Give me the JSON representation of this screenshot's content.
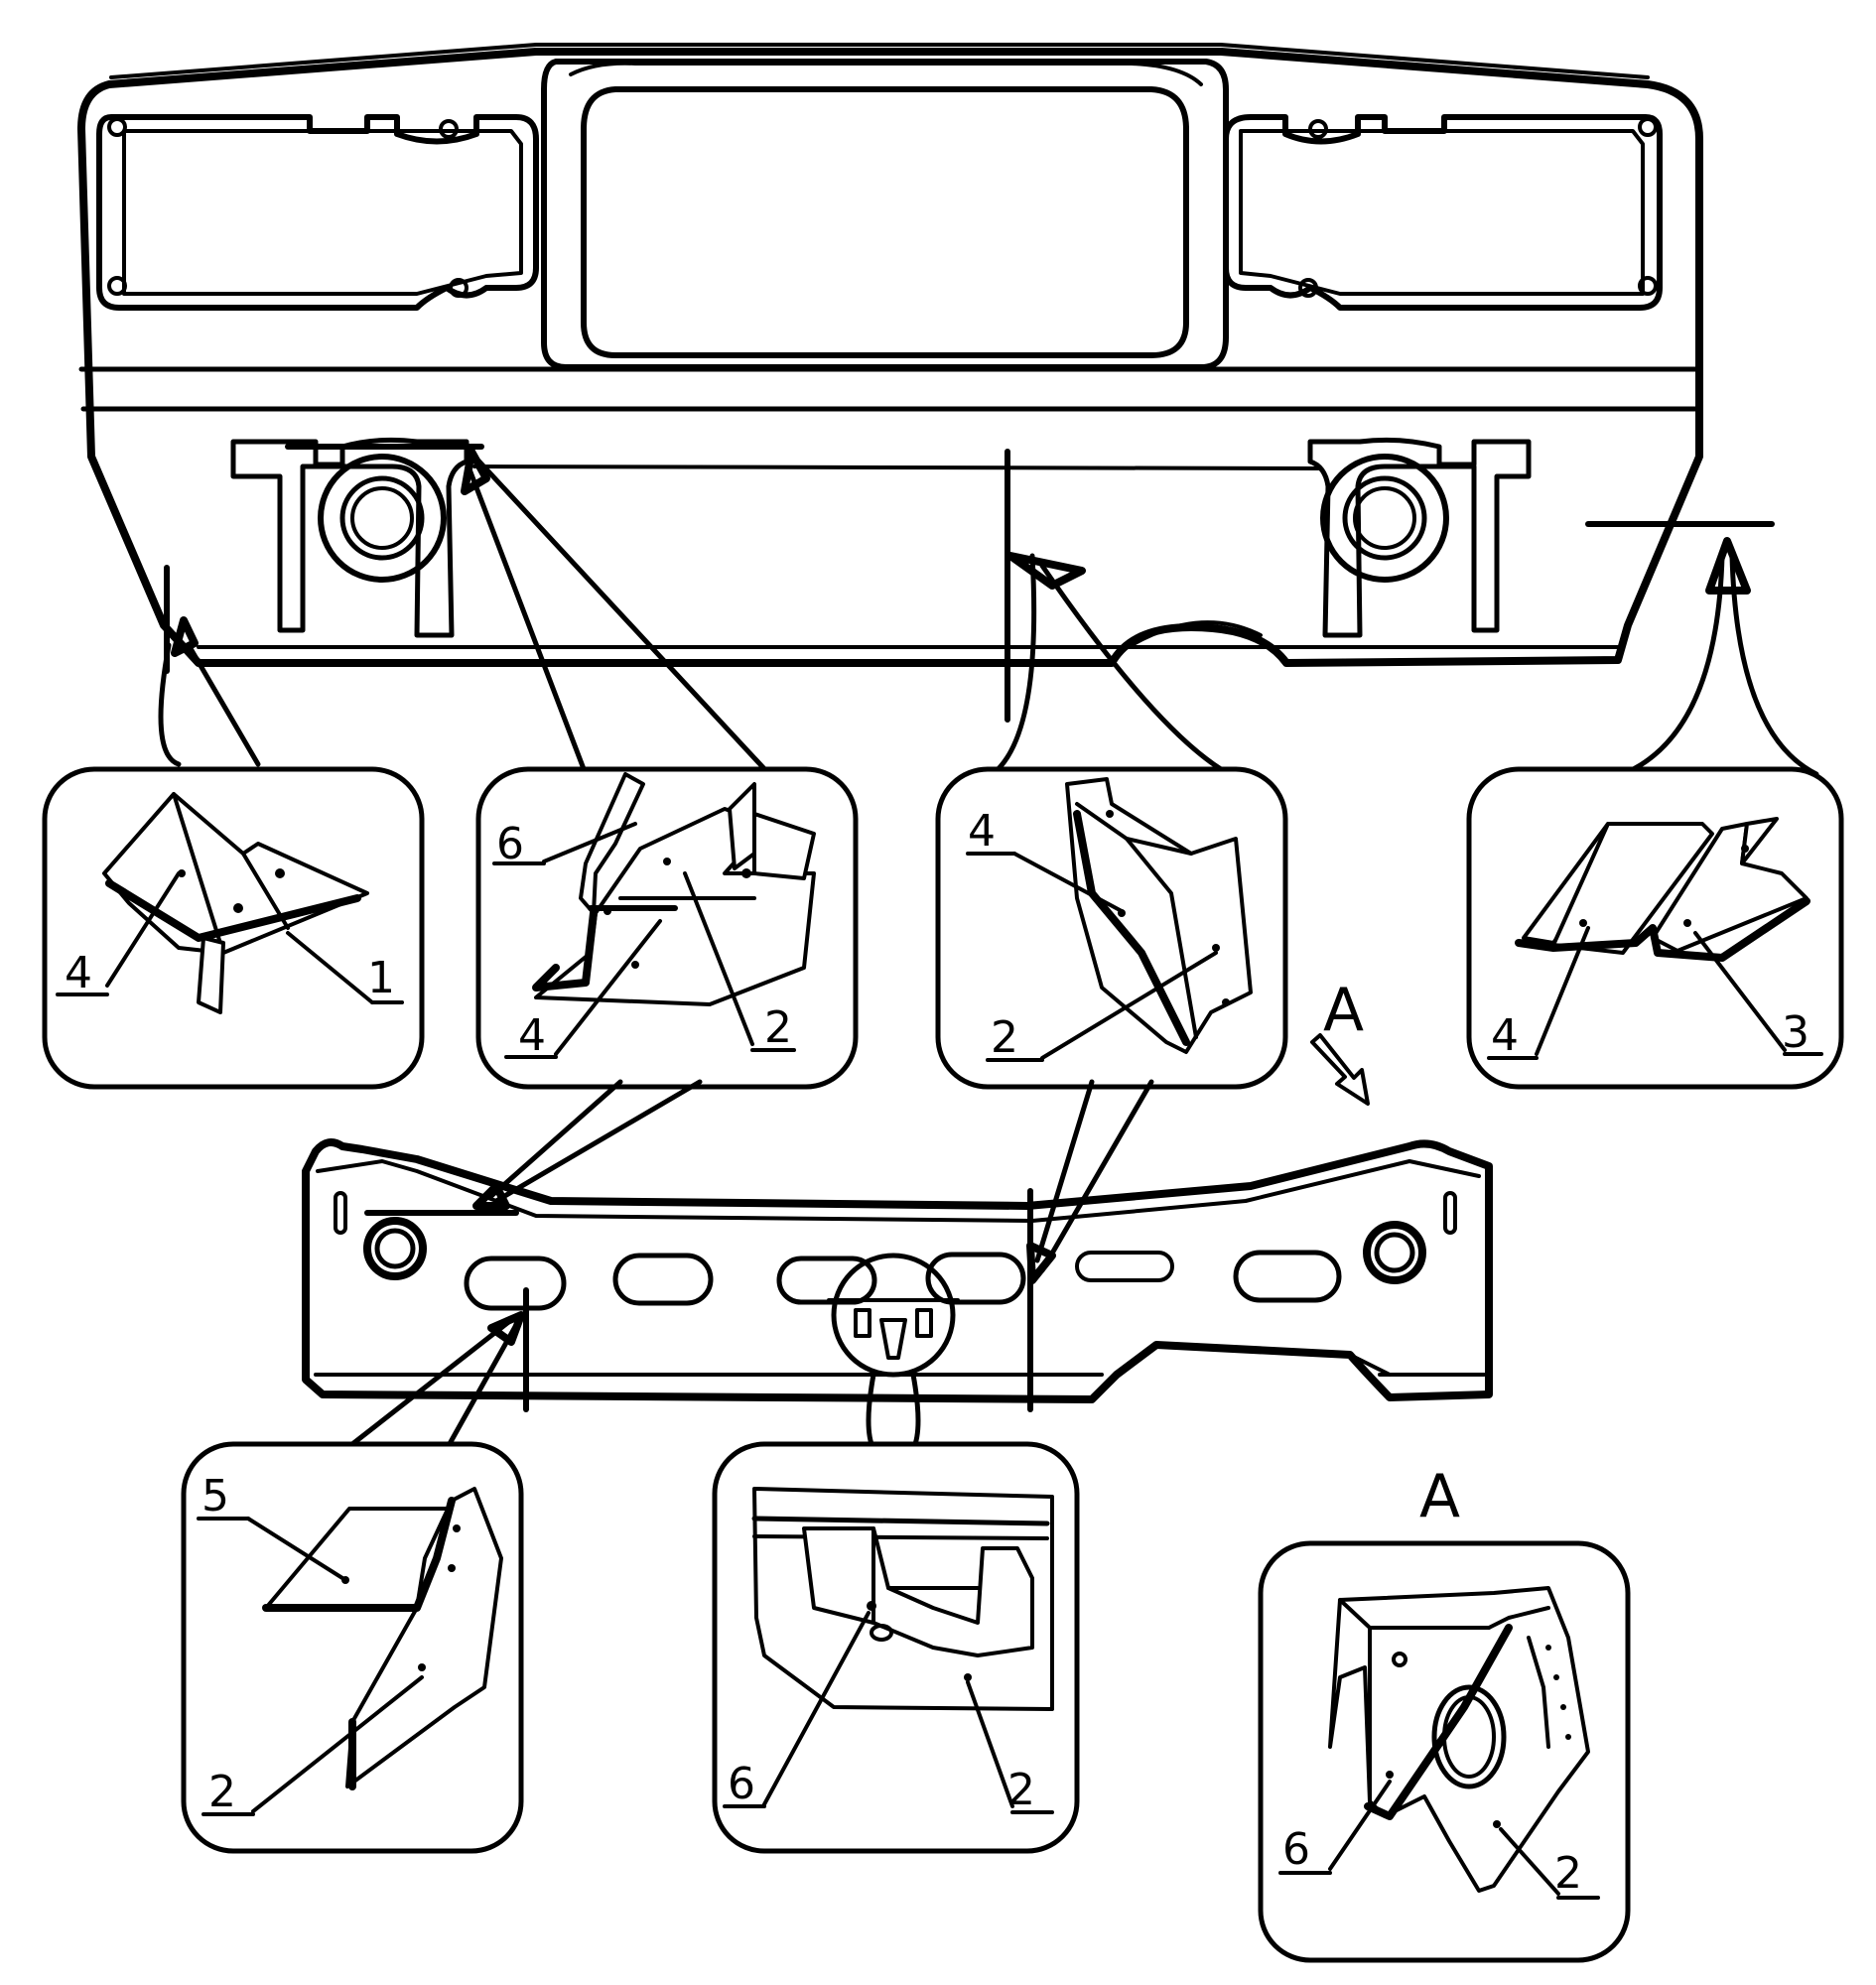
{
  "view_labels": {
    "arrow_view": "A",
    "detail_view": "A"
  },
  "callouts": {
    "c1": {
      "left": "4",
      "right": "1"
    },
    "c2": {
      "top": "6",
      "bottom_left": "4",
      "bottom_right": "2"
    },
    "c3": {
      "top": "4",
      "bottom": "2"
    },
    "c4": {
      "left": "4",
      "right": "3"
    },
    "c5": {
      "top": "5",
      "bottom": "2"
    },
    "c6": {
      "left": "6",
      "right": "2"
    },
    "c7": {
      "left": "6",
      "right": "2"
    }
  },
  "icons": [
    "view-direction-arrow-icon"
  ]
}
